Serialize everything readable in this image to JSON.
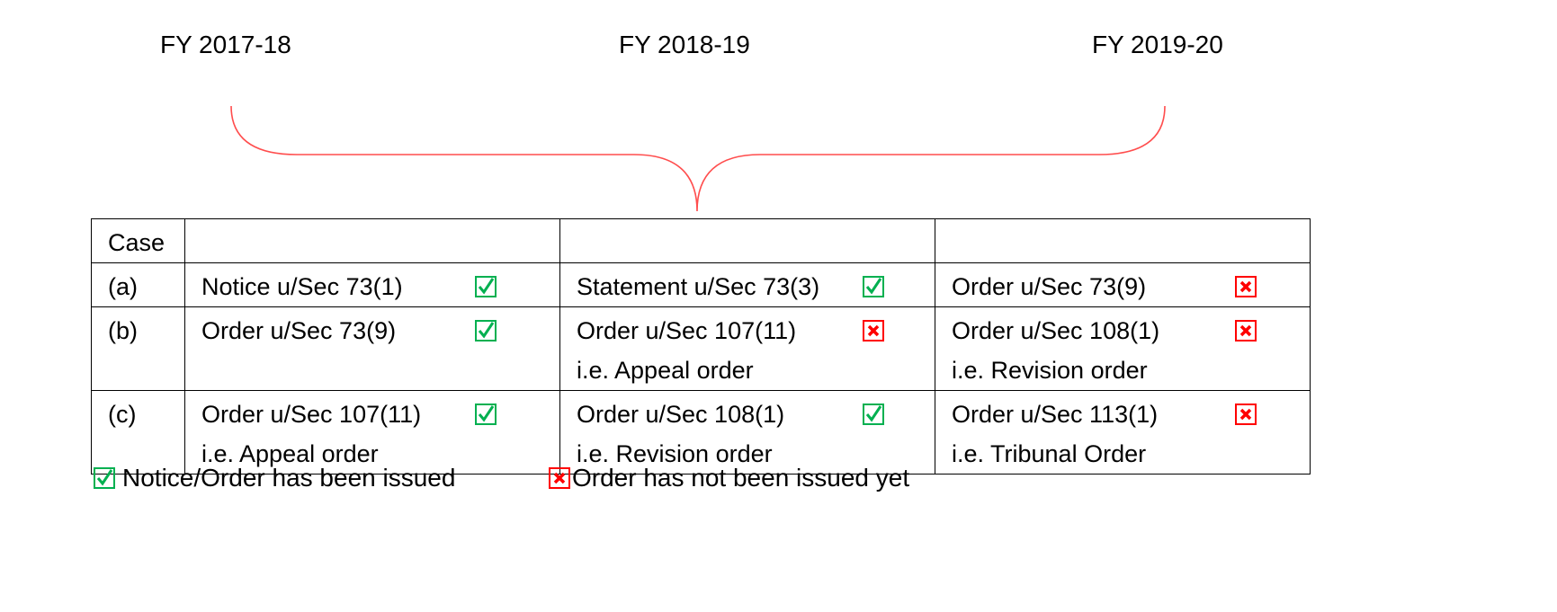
{
  "years": [
    "FY 2017-18",
    "FY 2018-19",
    "FY 2019-20"
  ],
  "table": {
    "header": "Case",
    "rows": [
      {
        "case": "(a)",
        "cells": [
          {
            "line1": "Notice u/Sec 73(1)",
            "line2": "",
            "status": "issued"
          },
          {
            "line1": "Statement u/Sec 73(3)",
            "line2": "",
            "status": "issued"
          },
          {
            "line1": "Order u/Sec 73(9)",
            "line2": "",
            "status": "not-issued"
          }
        ]
      },
      {
        "case": "(b)",
        "cells": [
          {
            "line1": "Order u/Sec 73(9)",
            "line2": "",
            "status": "issued"
          },
          {
            "line1": "Order u/Sec 107(11)",
            "line2": "i.e. Appeal order",
            "status": "not-issued"
          },
          {
            "line1": "Order u/Sec 108(1)",
            "line2": "i.e. Revision order",
            "status": "not-issued"
          }
        ]
      },
      {
        "case": "(c)",
        "cells": [
          {
            "line1": "Order u/Sec 107(11)",
            "line2": "i.e. Appeal order",
            "status": "issued"
          },
          {
            "line1": "Order u/Sec 108(1)",
            "line2": "i.e. Revision order",
            "status": "issued"
          },
          {
            "line1": "Order u/Sec 113(1)",
            "line2": "i.e. Tribunal Order",
            "status": "not-issued"
          }
        ]
      }
    ]
  },
  "legend": {
    "issued": "Notice/Order has been issued",
    "not_issued": "Order has not been issued yet"
  },
  "colors": {
    "issued": "#00b050",
    "not_issued": "#ff0000",
    "brace": "#ff4d4d"
  }
}
